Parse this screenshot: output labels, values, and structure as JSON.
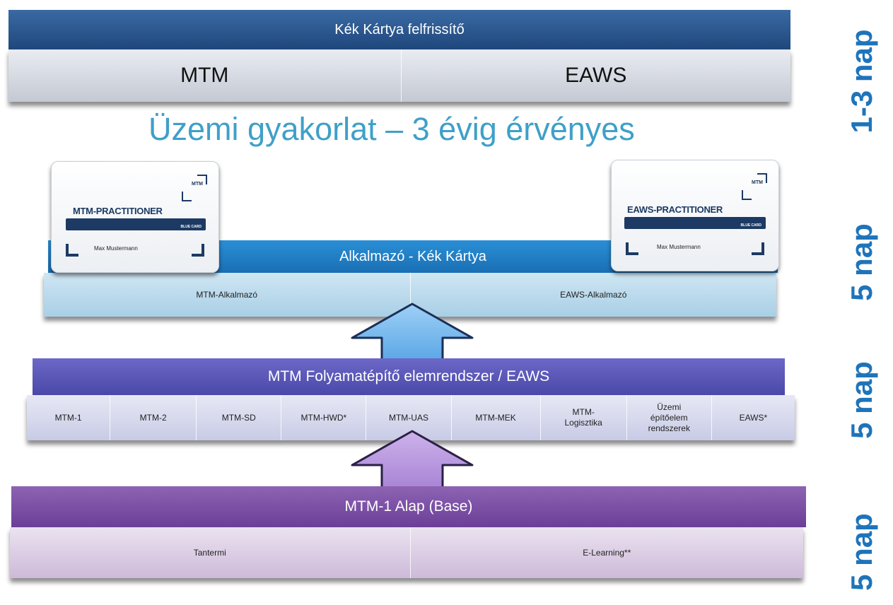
{
  "top": {
    "title": "Kék Kártya felfrissítő",
    "cells": [
      "MTM",
      "EAWS"
    ]
  },
  "headline": "Üzemi gyakorlat – 3 évig érvényes",
  "applicant": {
    "title": "Alkalmazó - Kék Kártya",
    "cells": [
      "MTM-Alkalmazó",
      "EAWS-Alkalmazó"
    ]
  },
  "cards": [
    {
      "logo": "MTM",
      "title": "MTM-PRACTITIONER",
      "subtitle": "BLUE CARD",
      "person": "Max Mustermann"
    },
    {
      "logo": "MTM",
      "title": "EAWS-PRACTITIONER",
      "subtitle": "BLUE CARD",
      "person": "Max Mustermann"
    }
  ],
  "process": {
    "title": "MTM Folyamatépítő elemrendszer / EAWS",
    "cells": [
      "MTM-1",
      "MTM-2",
      "MTM-SD",
      "MTM-HWD*",
      "MTM-UAS",
      "MTM-MEK",
      "MTM-\nLogisztika",
      "Üzemi\népítőelem\nrendszerek",
      "EAWS*"
    ]
  },
  "base": {
    "title": "MTM-1 Alap (Base)",
    "cells": [
      "Tantermi",
      "E-Learning**"
    ]
  },
  "durations": [
    "1-3 nap",
    "5 nap",
    "5 nap",
    "5 nap"
  ],
  "colors": {
    "top": "#24508a",
    "applicant": "#1f7cc3",
    "process": "#5856b8",
    "base": "#7b4fa6",
    "days": "#1e74ba",
    "headline": "#3fa0c8"
  }
}
